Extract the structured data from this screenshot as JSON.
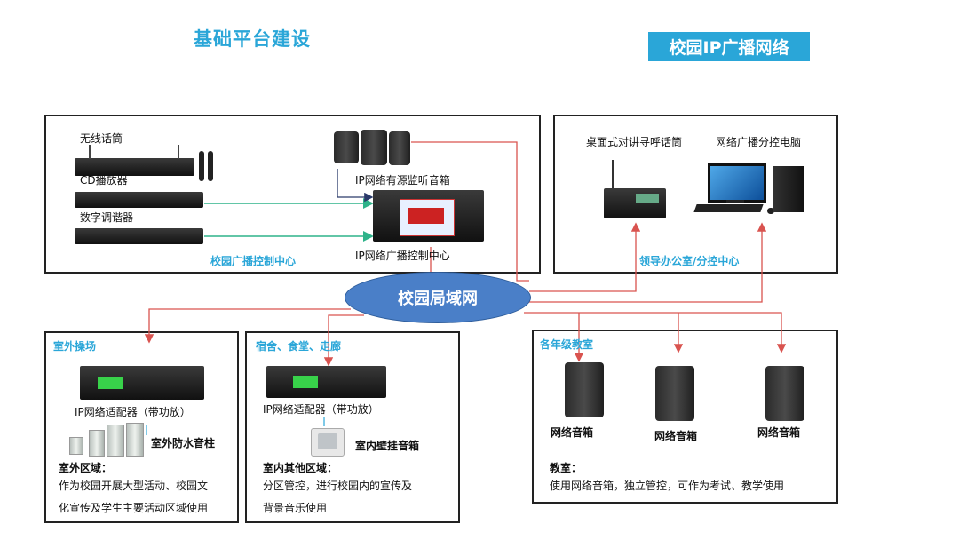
{
  "header": {
    "title_left": "基础平台建设",
    "title_right": "校园IP广播网络"
  },
  "control_center": {
    "wireless_mic": "无线话筒",
    "cd_player": "CD播放器",
    "tuner": "数字调谐器",
    "monitor_speaker": "IP网络有源监听音箱",
    "ip_center": "IP网络广播控制中心",
    "area_label": "校园广播控制中心"
  },
  "office": {
    "desktop_mic": "桌面式对讲寻呼话筒",
    "computer": "网络广播分控电脑",
    "area_label": "领导办公室/分控中心"
  },
  "lan_label": "校园局域网",
  "outdoor": {
    "area": "室外操场",
    "adapter": "IP网络适配器（带功放）",
    "speaker": "室外防水音柱",
    "zone": "室外区域：",
    "desc_line1": "作为校园开展大型活动、校园文",
    "desc_line2": "化宣传及学生主要活动区域使用"
  },
  "indoor": {
    "area": "宿舍、食堂、走廊",
    "adapter": "IP网络适配器（带功放）",
    "speaker": "室内壁挂音箱",
    "zone": "室内其他区域：",
    "desc_line1": "分区管控，进行校园内的宣传及",
    "desc_line2": "背景音乐使用"
  },
  "classroom": {
    "area": "各年级教室",
    "speakers": [
      "网络音箱",
      "网络音箱",
      "网络音箱"
    ],
    "zone": "教室：",
    "desc": "使用网络音箱，独立管控，可作为考试、教学使用"
  },
  "colors": {
    "accent": "#2aa6d8",
    "lan": "#4a7fc8",
    "red_line": "#d9534f",
    "green_line": "#2fb38a"
  }
}
